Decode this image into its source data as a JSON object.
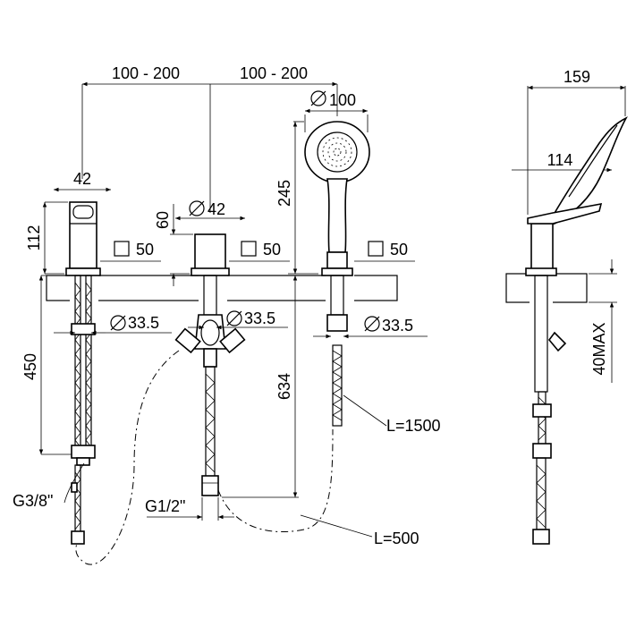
{
  "dimensions": {
    "spacing_left": "100 - 200",
    "spacing_right": "100 - 200",
    "spout_width": "42",
    "spout_height": "112",
    "mixer_height": "60",
    "mixer_dia": "42",
    "shower_dia": "100",
    "shower_height": "245",
    "sq_spout": "50",
    "sq_mixer": "50",
    "sq_shower": "50",
    "pipe_dia_left": "33.5",
    "pipe_dia_mid": "33.5",
    "pipe_dia_right": "33.5",
    "depth_450": "450",
    "depth_634": "634",
    "thread_spout": "G3/8\"",
    "thread_mixer": "G1/2\"",
    "hose_shower": "L=1500",
    "hose_connect": "L=500",
    "side_width": "159",
    "side_reach": "114",
    "deck_max": "40MAX"
  }
}
